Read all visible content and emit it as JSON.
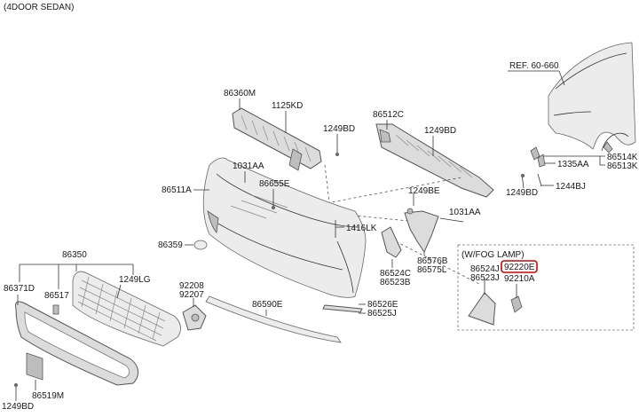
{
  "title": "(4DOOR SEDAN)",
  "highlight_color": "#d40000",
  "labels": {
    "ref_6060": "REF. 60-660",
    "p86360M": "86360M",
    "p1125KD": "1125KD",
    "p1249BD_top": "1249BD",
    "p86512C": "86512C",
    "p1249BD_right": "1249BD",
    "p1031AA_left": "1031AA",
    "p86655E": "86655E",
    "p86511A": "86511A",
    "p1249BE": "1249BE",
    "p1031AA_mid": "1031AA",
    "p1416LK": "1416LK",
    "p86359": "86359",
    "p86524C": "86524C",
    "p86523B": "86523B",
    "p86576B": "86576B",
    "p86575L": "86575L",
    "p86514K": "86514K",
    "p86513K": "86513K",
    "p1335AA": "1335AA",
    "p1249BD_fender": "1249BD",
    "p1244BJ": "1244BJ",
    "fog_title": "(W/FOG LAMP)",
    "p86524J": "86524J",
    "p86523J": "86523J",
    "p92220E": "92220E",
    "p92210A": "92210A",
    "p86350": "86350",
    "p86371D": "86371D",
    "p86517": "86517",
    "p1249LG": "1249LG",
    "p92208": "92208",
    "p92207": "92207",
    "p86590E": "86590E",
    "p86526E": "86526E",
    "p86525J": "86525J",
    "p86519M": "86519M",
    "p1249BD_bottom": "1249BD"
  }
}
